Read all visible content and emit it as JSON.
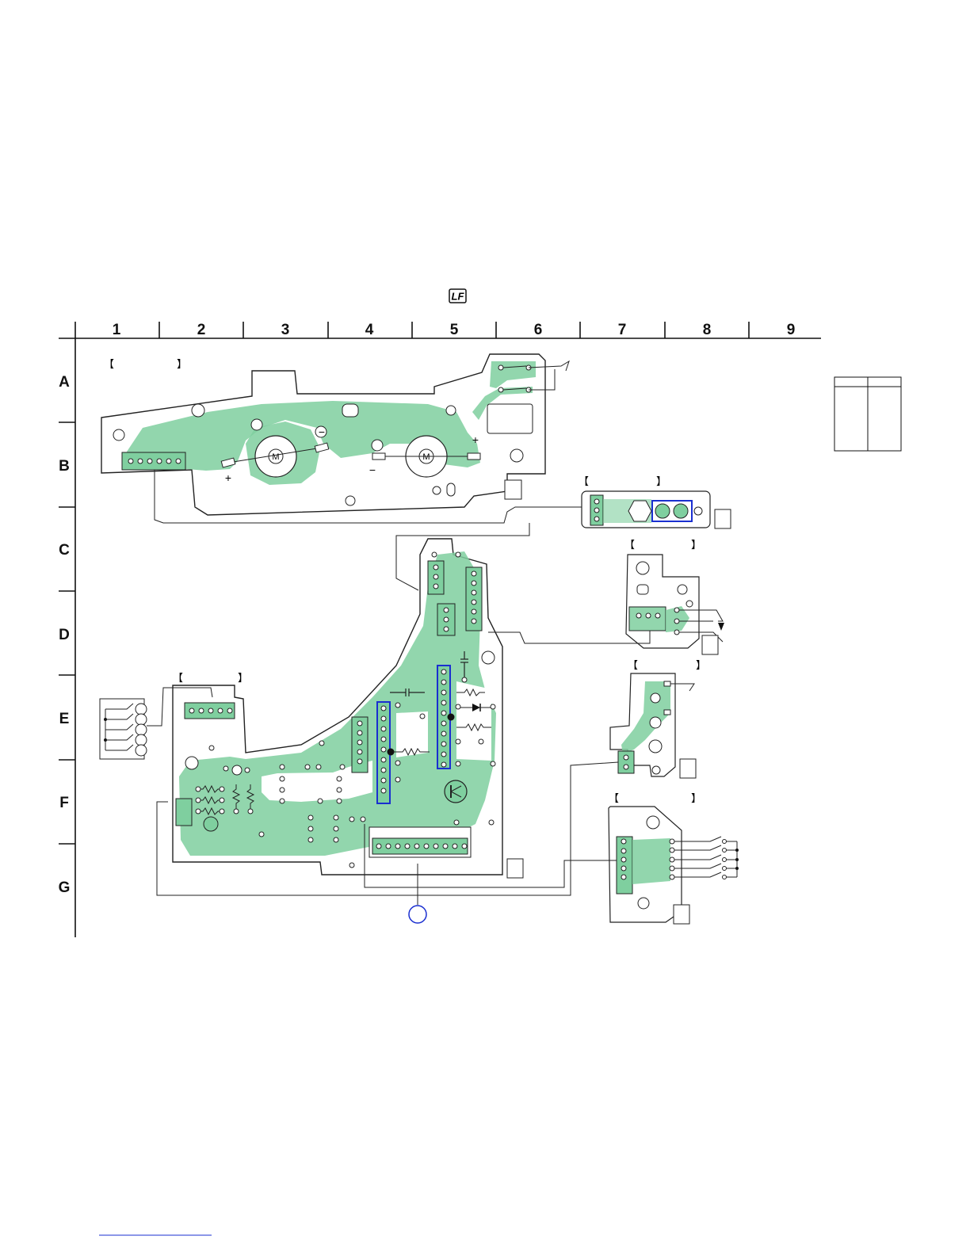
{
  "header": {
    "logo": "LF"
  },
  "grid": {
    "columns": [
      "1",
      "2",
      "3",
      "4",
      "5",
      "6",
      "7",
      "8",
      "9"
    ],
    "rows": [
      "A",
      "B",
      "C",
      "D",
      "E",
      "F",
      "G"
    ]
  },
  "colors": {
    "copper": "#7fcf9f",
    "copper_pad": "#ffffff",
    "outline": "#222222",
    "highlight": "#1a2fd0"
  },
  "symbols": {
    "motor_left": "M",
    "motor_right": "M",
    "plus_sign": "+",
    "minus_sign": "−"
  },
  "icons": [
    "motor-icon",
    "switch-icon",
    "diode-icon",
    "transistor-icon",
    "led-icon",
    "resistor-icon",
    "capacitor-icon",
    "connector-icon"
  ]
}
